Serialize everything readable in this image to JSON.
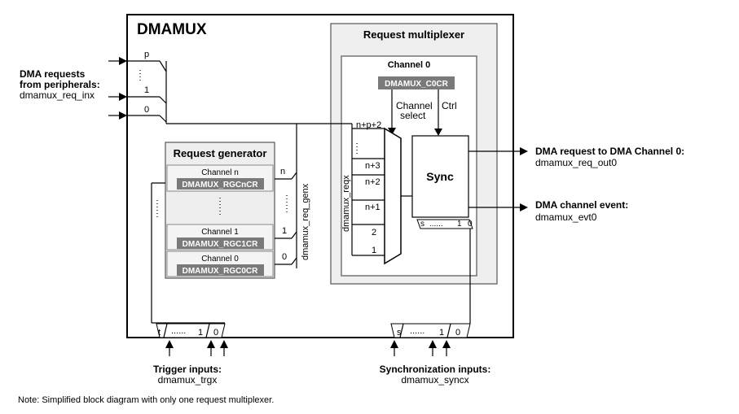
{
  "dmamux": {
    "title": "DMAMUX",
    "inputs": {
      "title_line1": "DMA requests",
      "title_line2": "from peripherals:",
      "signal": "dmamux_req_inx",
      "labels": [
        "p",
        "1",
        "0"
      ]
    },
    "request_multiplexer": {
      "title": "Request multiplexer",
      "channel": {
        "title": "Channel 0",
        "register": "DMAMUX_C0CR",
        "channel_select_line1": "Channel",
        "channel_select_line2": "select",
        "ctrl": "Ctrl",
        "mux_inputs": [
          "n+p+2",
          "n+3",
          "n+2",
          "n+1",
          "2",
          "1"
        ],
        "reqx_label": "dmamux_reqx",
        "sync_label": "Sync",
        "sync_port_labels": [
          "s",
          "1",
          "0"
        ]
      }
    },
    "request_generator": {
      "title": "Request generator",
      "channels": [
        {
          "name": "Channel n",
          "register": "DMAMUX_RGCnCR",
          "out": "n"
        },
        {
          "name": "Channel 1",
          "register": "DMAMUX_RGC1CR",
          "out": "1"
        },
        {
          "name": "Channel 0",
          "register": "DMAMUX_RGC0CR",
          "out": "0"
        }
      ],
      "output_signal": "dmamux_req_genx"
    },
    "outputs": {
      "req_out_title": "DMA request to DMA Channel 0:",
      "req_out_signal": "dmamux_req_out0",
      "evt_title": "DMA channel event:",
      "evt_signal": "dmamux_evt0"
    },
    "trigger": {
      "title": "Trigger inputs:",
      "signal": "dmamux_trgx",
      "port_labels": [
        "t",
        "1",
        "0"
      ]
    },
    "synchronization": {
      "title": "Synchronization inputs:",
      "signal": "dmamux_syncx",
      "port_labels": [
        "s",
        "1",
        "0"
      ]
    },
    "dots": "......",
    "note": "Note: Simplified block diagram with only one request multiplexer."
  }
}
